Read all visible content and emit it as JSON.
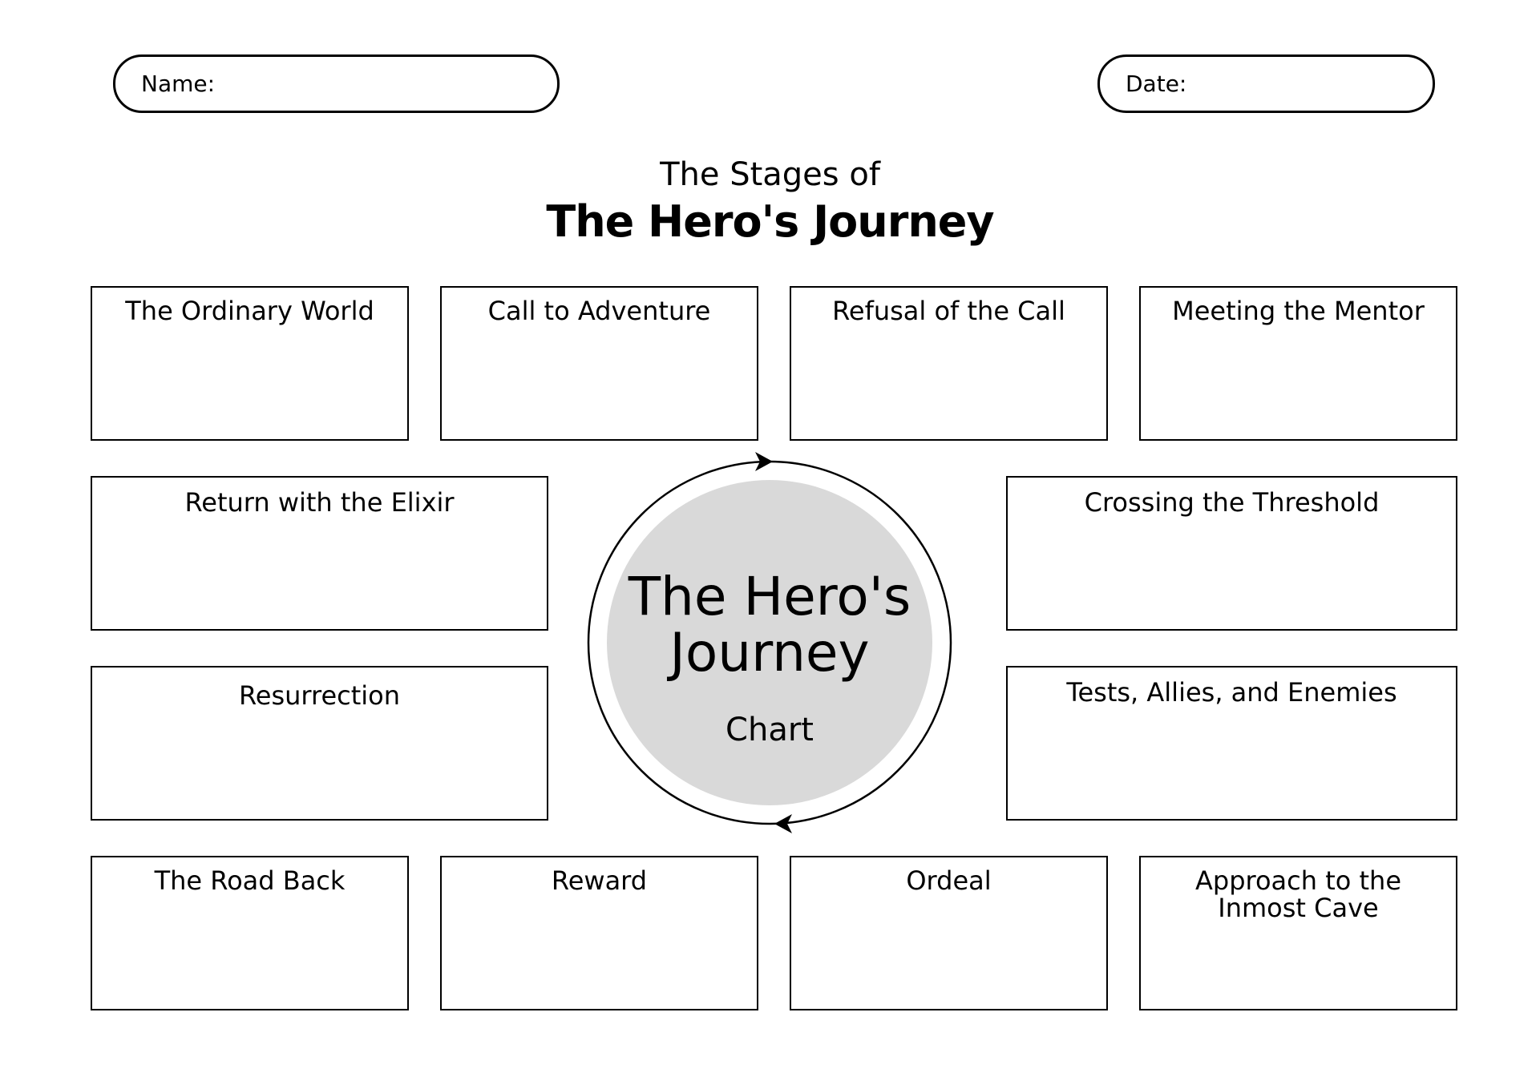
{
  "header": {
    "name_label": "Name:",
    "date_label": "Date:"
  },
  "heading": {
    "subtitle": "The Stages of",
    "title": "The Hero's Journey"
  },
  "center": {
    "title": "The Hero's Journey",
    "subtitle": "Chart",
    "fill_color": "#d9d9d9"
  },
  "stages": {
    "ordinary_world": "The Ordinary World",
    "call_to_adventure": "Call to Adventure",
    "refusal_of_call": "Refusal of the Call",
    "meeting_mentor": "Meeting the Mentor",
    "return_with_elixir": "Return with the Elixir",
    "crossing_threshold": "Crossing the Threshold",
    "resurrection": "Resurrection",
    "tests_allies_enemies": "Tests, Allies, and Enemies",
    "road_back": "The Road Back",
    "reward": "Reward",
    "ordeal": "Ordeal",
    "inmost_cave": "Approach to the Inmost Cave"
  }
}
